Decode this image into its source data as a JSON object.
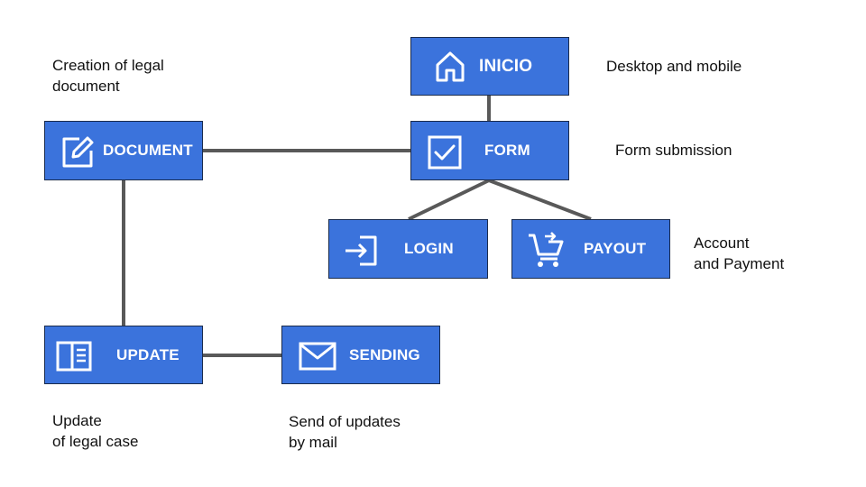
{
  "colors": {
    "node_fill": "#3b73dc",
    "node_border": "#1a2b4c",
    "connector": "#595959"
  },
  "nodes": {
    "inicio": {
      "label": "INICIO",
      "icon": "home-icon"
    },
    "document": {
      "label": "DOCUMENT",
      "icon": "edit-icon"
    },
    "form": {
      "label": "FORM",
      "icon": "checkbox-icon"
    },
    "login": {
      "label": "LOGIN",
      "icon": "login-icon"
    },
    "payout": {
      "label": "PAYOUT",
      "icon": "cart-icon"
    },
    "update": {
      "label": "UPDATE",
      "icon": "book-icon"
    },
    "sending": {
      "label": "SENDING",
      "icon": "mail-icon"
    }
  },
  "notes": {
    "creation": "Creation of legal\ndocument",
    "desktop": "Desktop and mobile",
    "form_submission": "Form submission",
    "account_payment": "Account\nand Payment",
    "update_case": "Update\nof legal case",
    "send_updates": "Send of updates\nby mail"
  }
}
